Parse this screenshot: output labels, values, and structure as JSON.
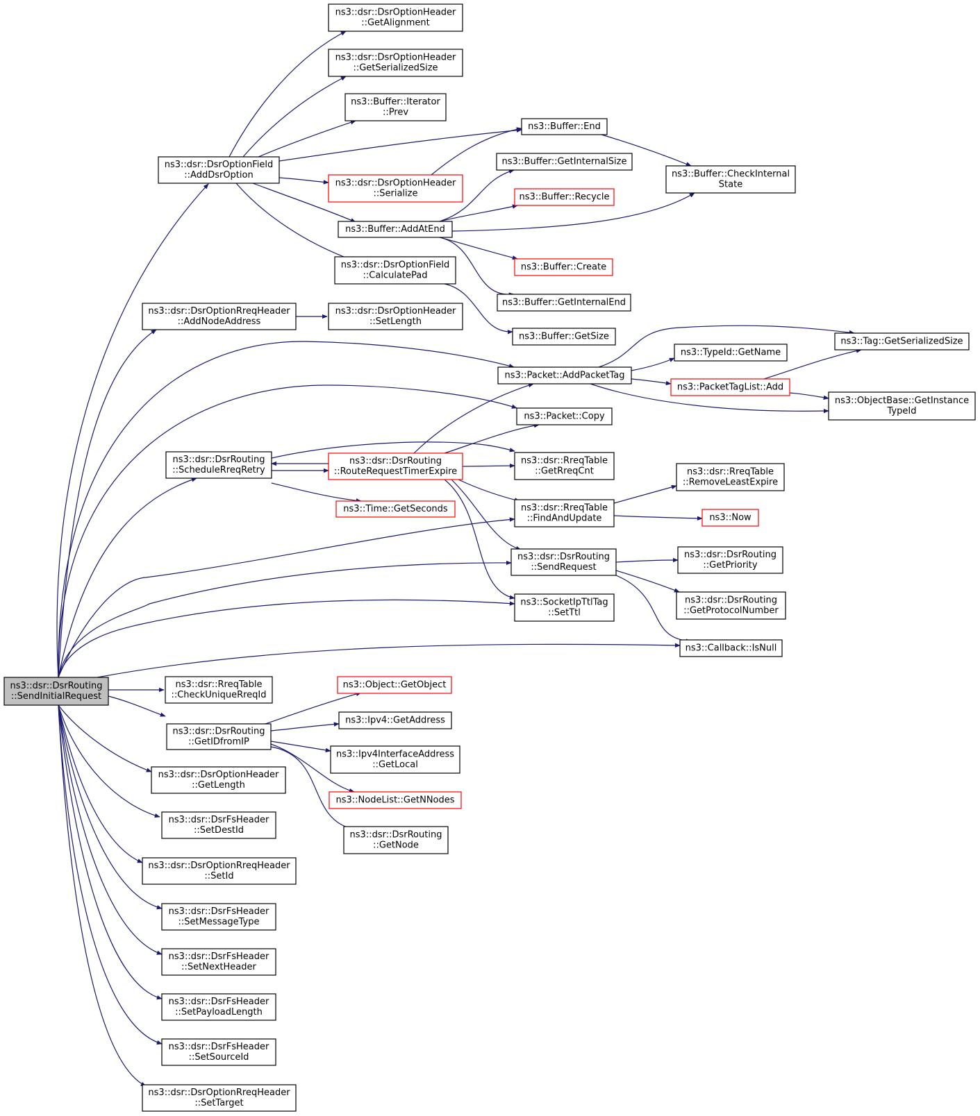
{
  "colors": {
    "edge": "#191970",
    "node_border": "#000000",
    "truncated_border": "#ff0000",
    "root_fill": "#bfbfbf",
    "background": "#ffffff"
  },
  "nodes": [
    {
      "id": "root",
      "lines": [
        "ns3::dsr::DsrRouting",
        "::SendInitialRequest"
      ],
      "style": "root"
    },
    {
      "id": "addDsrOption",
      "lines": [
        "ns3::dsr::DsrOptionField",
        "::AddDsrOption"
      ],
      "style": "normal"
    },
    {
      "id": "addNodeAddress",
      "lines": [
        "ns3::dsr::DsrOptionRreqHeader",
        "::AddNodeAddress"
      ],
      "style": "normal"
    },
    {
      "id": "scheduleRreqRetry",
      "lines": [
        "ns3::dsr::DsrRouting",
        "::ScheduleRreqRetry"
      ],
      "style": "normal"
    },
    {
      "id": "checkUniqueRreqId",
      "lines": [
        "ns3::dsr::RreqTable",
        "::CheckUniqueRreqId"
      ],
      "style": "normal"
    },
    {
      "id": "getIDfromIP",
      "lines": [
        "ns3::dsr::DsrRouting",
        "::GetIDfromIP"
      ],
      "style": "normal"
    },
    {
      "id": "getLength",
      "lines": [
        "ns3::dsr::DsrOptionHeader",
        "::GetLength"
      ],
      "style": "normal"
    },
    {
      "id": "setDestId",
      "lines": [
        "ns3::dsr::DsrFsHeader",
        "::SetDestId"
      ],
      "style": "normal"
    },
    {
      "id": "setId",
      "lines": [
        "ns3::dsr::DsrOptionRreqHeader",
        "::SetId"
      ],
      "style": "normal"
    },
    {
      "id": "setMessageType",
      "lines": [
        "ns3::dsr::DsrFsHeader",
        "::SetMessageType"
      ],
      "style": "normal"
    },
    {
      "id": "setNextHeader",
      "lines": [
        "ns3::dsr::DsrFsHeader",
        "::SetNextHeader"
      ],
      "style": "normal"
    },
    {
      "id": "setPayloadLength",
      "lines": [
        "ns3::dsr::DsrFsHeader",
        "::SetPayloadLength"
      ],
      "style": "normal"
    },
    {
      "id": "setSourceId",
      "lines": [
        "ns3::dsr::DsrFsHeader",
        "::SetSourceId"
      ],
      "style": "normal"
    },
    {
      "id": "setTarget",
      "lines": [
        "ns3::dsr::DsrOptionRreqHeader",
        "::SetTarget"
      ],
      "style": "normal"
    },
    {
      "id": "getAlignment",
      "lines": [
        "ns3::dsr::DsrOptionHeader",
        "::GetAlignment"
      ],
      "style": "normal"
    },
    {
      "id": "getSerializedSize",
      "lines": [
        "ns3::dsr::DsrOptionHeader",
        "::GetSerializedSize"
      ],
      "style": "normal"
    },
    {
      "id": "iteratorPrev",
      "lines": [
        "ns3::Buffer::Iterator",
        "::Prev"
      ],
      "style": "normal"
    },
    {
      "id": "serialize",
      "lines": [
        "ns3::dsr::DsrOptionHeader",
        "::Serialize"
      ],
      "style": "truncated"
    },
    {
      "id": "addAtEnd",
      "lines": [
        "ns3::Buffer::AddAtEnd"
      ],
      "style": "normal"
    },
    {
      "id": "calculatePad",
      "lines": [
        "ns3::dsr::DsrOptionField",
        "::CalculatePad"
      ],
      "style": "normal"
    },
    {
      "id": "setLength",
      "lines": [
        "ns3::dsr::DsrOptionHeader",
        "::SetLength"
      ],
      "style": "normal"
    },
    {
      "id": "routeRequestTimerExpire",
      "lines": [
        "ns3::dsr::DsrRouting",
        "::RouteRequestTimerExpire"
      ],
      "style": "truncated"
    },
    {
      "id": "getSeconds",
      "lines": [
        "ns3::Time::GetSeconds"
      ],
      "style": "truncated"
    },
    {
      "id": "getObject",
      "lines": [
        "ns3::Object::GetObject"
      ],
      "style": "truncated"
    },
    {
      "id": "getAddress",
      "lines": [
        "ns3::Ipv4::GetAddress"
      ],
      "style": "normal"
    },
    {
      "id": "getLocal",
      "lines": [
        "ns3::Ipv4InterfaceAddress",
        "::GetLocal"
      ],
      "style": "normal"
    },
    {
      "id": "getNNodes",
      "lines": [
        "ns3::NodeList::GetNNodes"
      ],
      "style": "truncated"
    },
    {
      "id": "getNode",
      "lines": [
        "ns3::dsr::DsrRouting",
        "::GetNode"
      ],
      "style": "normal"
    },
    {
      "id": "bufferEnd",
      "lines": [
        "ns3::Buffer::End"
      ],
      "style": "normal"
    },
    {
      "id": "getInternalSize",
      "lines": [
        "ns3::Buffer::GetInternalSize"
      ],
      "style": "normal"
    },
    {
      "id": "recycle",
      "lines": [
        "ns3::Buffer::Recycle"
      ],
      "style": "truncated"
    },
    {
      "id": "bufferCreate",
      "lines": [
        "ns3::Buffer::Create"
      ],
      "style": "truncated"
    },
    {
      "id": "getInternalEnd",
      "lines": [
        "ns3::Buffer::GetInternalEnd"
      ],
      "style": "normal"
    },
    {
      "id": "getSize",
      "lines": [
        "ns3::Buffer::GetSize"
      ],
      "style": "normal"
    },
    {
      "id": "addPacketTag",
      "lines": [
        "ns3::Packet::AddPacketTag"
      ],
      "style": "normal"
    },
    {
      "id": "packetCopy",
      "lines": [
        "ns3::Packet::Copy"
      ],
      "style": "normal"
    },
    {
      "id": "getRreqCnt",
      "lines": [
        "ns3::dsr::RreqTable",
        "::GetRreqCnt"
      ],
      "style": "normal"
    },
    {
      "id": "findAndUpdate",
      "lines": [
        "ns3::dsr::RreqTable",
        "::FindAndUpdate"
      ],
      "style": "normal"
    },
    {
      "id": "sendRequest",
      "lines": [
        "ns3::dsr::DsrRouting",
        "::SendRequest"
      ],
      "style": "normal"
    },
    {
      "id": "setTtl",
      "lines": [
        "ns3::SocketIpTtlTag",
        "::SetTtl"
      ],
      "style": "normal"
    },
    {
      "id": "checkInternalState",
      "lines": [
        "ns3::Buffer::CheckInternal",
        "State"
      ],
      "style": "normal"
    },
    {
      "id": "typeIdGetName",
      "lines": [
        "ns3::TypeId::GetName"
      ],
      "style": "normal"
    },
    {
      "id": "packetTagListAdd",
      "lines": [
        "ns3::PacketTagList::Add"
      ],
      "style": "truncated"
    },
    {
      "id": "removeLeastExpire",
      "lines": [
        "ns3::dsr::RreqTable",
        "::RemoveLeastExpire"
      ],
      "style": "normal"
    },
    {
      "id": "now",
      "lines": [
        "ns3::Now"
      ],
      "style": "truncated"
    },
    {
      "id": "getPriority",
      "lines": [
        "ns3::dsr::DsrRouting",
        "::GetPriority"
      ],
      "style": "normal"
    },
    {
      "id": "getProtocolNumber",
      "lines": [
        "ns3::dsr::DsrRouting",
        "::GetProtocolNumber"
      ],
      "style": "normal"
    },
    {
      "id": "callbackIsNull",
      "lines": [
        "ns3::Callback::IsNull"
      ],
      "style": "normal"
    },
    {
      "id": "tagGetSerializedSize",
      "lines": [
        "ns3::Tag::GetSerializedSize"
      ],
      "style": "normal"
    },
    {
      "id": "getInstanceTypeId",
      "lines": [
        "ns3::ObjectBase::GetInstance",
        "TypeId"
      ],
      "style": "normal"
    }
  ],
  "edges": [
    [
      "root",
      "addDsrOption"
    ],
    [
      "root",
      "addNodeAddress"
    ],
    [
      "root",
      "addPacketTag"
    ],
    [
      "root",
      "packetCopy"
    ],
    [
      "root",
      "scheduleRreqRetry"
    ],
    [
      "root",
      "findAndUpdate"
    ],
    [
      "root",
      "sendRequest"
    ],
    [
      "root",
      "setTtl"
    ],
    [
      "root",
      "callbackIsNull"
    ],
    [
      "root",
      "checkUniqueRreqId"
    ],
    [
      "root",
      "getIDfromIP"
    ],
    [
      "root",
      "getLength"
    ],
    [
      "root",
      "setDestId"
    ],
    [
      "root",
      "setId"
    ],
    [
      "root",
      "setMessageType"
    ],
    [
      "root",
      "setNextHeader"
    ],
    [
      "root",
      "setPayloadLength"
    ],
    [
      "root",
      "setSourceId"
    ],
    [
      "root",
      "setTarget"
    ],
    [
      "addDsrOption",
      "getAlignment"
    ],
    [
      "addDsrOption",
      "getSerializedSize"
    ],
    [
      "addDsrOption",
      "iteratorPrev"
    ],
    [
      "addDsrOption",
      "bufferEnd"
    ],
    [
      "addDsrOption",
      "serialize"
    ],
    [
      "addDsrOption",
      "addAtEnd"
    ],
    [
      "addDsrOption",
      "calculatePad"
    ],
    [
      "serialize",
      "bufferEnd"
    ],
    [
      "addAtEnd",
      "getInternalSize"
    ],
    [
      "addAtEnd",
      "recycle"
    ],
    [
      "addAtEnd",
      "checkInternalState"
    ],
    [
      "addAtEnd",
      "bufferCreate"
    ],
    [
      "addAtEnd",
      "getInternalEnd"
    ],
    [
      "bufferEnd",
      "checkInternalState"
    ],
    [
      "calculatePad",
      "getSize"
    ],
    [
      "addNodeAddress",
      "setLength"
    ],
    [
      "addPacketTag",
      "tagGetSerializedSize"
    ],
    [
      "addPacketTag",
      "typeIdGetName"
    ],
    [
      "addPacketTag",
      "packetTagListAdd"
    ],
    [
      "addPacketTag",
      "getInstanceTypeId"
    ],
    [
      "packetTagListAdd",
      "tagGetSerializedSize"
    ],
    [
      "packetTagListAdd",
      "getInstanceTypeId"
    ],
    [
      "scheduleRreqRetry",
      "routeRequestTimerExpire"
    ],
    [
      "scheduleRreqRetry",
      "getRreqCnt"
    ],
    [
      "scheduleRreqRetry",
      "getSeconds"
    ],
    [
      "routeRequestTimerExpire",
      "scheduleRreqRetry"
    ],
    [
      "routeRequestTimerExpire",
      "addPacketTag"
    ],
    [
      "routeRequestTimerExpire",
      "packetCopy"
    ],
    [
      "routeRequestTimerExpire",
      "getRreqCnt"
    ],
    [
      "routeRequestTimerExpire",
      "findAndUpdate"
    ],
    [
      "routeRequestTimerExpire",
      "sendRequest"
    ],
    [
      "routeRequestTimerExpire",
      "setTtl"
    ],
    [
      "findAndUpdate",
      "removeLeastExpire"
    ],
    [
      "findAndUpdate",
      "now"
    ],
    [
      "sendRequest",
      "getPriority"
    ],
    [
      "sendRequest",
      "getProtocolNumber"
    ],
    [
      "sendRequest",
      "callbackIsNull"
    ],
    [
      "getIDfromIP",
      "getObject"
    ],
    [
      "getIDfromIP",
      "getAddress"
    ],
    [
      "getIDfromIP",
      "getLocal"
    ],
    [
      "getIDfromIP",
      "getNNodes"
    ],
    [
      "getIDfromIP",
      "getNode"
    ]
  ]
}
